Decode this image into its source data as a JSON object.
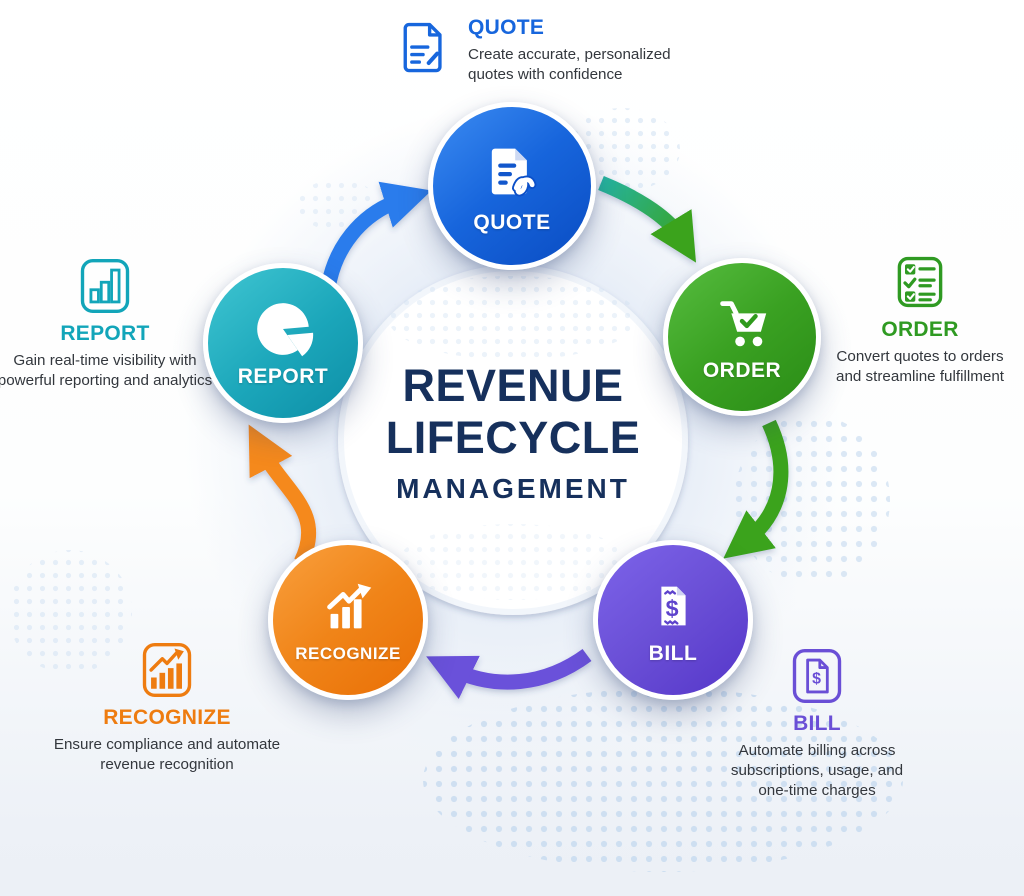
{
  "center": {
    "line1": "REVENUE",
    "line2": "LIFECYCLE",
    "line3": "MANAGEMENT"
  },
  "nodes": {
    "quote": {
      "label": "QUOTE",
      "color": "#1765dc"
    },
    "order": {
      "label": "ORDER",
      "color": "#35991f"
    },
    "bill": {
      "label": "BILL",
      "color": "#6a4fd6"
    },
    "recognize": {
      "label": "RECOGNIZE",
      "color": "#ef8013"
    },
    "report": {
      "label": "REPORT",
      "color": "#16a3b7"
    }
  },
  "callouts": {
    "quote": {
      "title": "QUOTE",
      "description": "Create accurate, personalized quotes with confidence"
    },
    "order": {
      "title": "ORDER",
      "description": "Convert quotes to orders and streamline fulfillment"
    },
    "bill": {
      "title": "BILL",
      "description": "Automate billing across subscriptions, usage, and one-time charges"
    },
    "recognize": {
      "title": "RECOGNIZE",
      "description": "Ensure compliance and automate revenue recognition"
    },
    "report": {
      "title": "REPORT",
      "description": "Gain real-time visibility with powerful reporting and analytics"
    }
  },
  "flow_order": [
    "QUOTE",
    "ORDER",
    "BILL",
    "RECOGNIZE",
    "REPORT"
  ],
  "colors": {
    "title_navy": "#16305c",
    "body_text": "#33373d",
    "arrow_blue": "#2b7cec",
    "arrow_teal": "#25b4a4",
    "arrow_green": "#3aa31d",
    "arrow_purple": "#6b51da",
    "arrow_orange": "#f5891d"
  }
}
